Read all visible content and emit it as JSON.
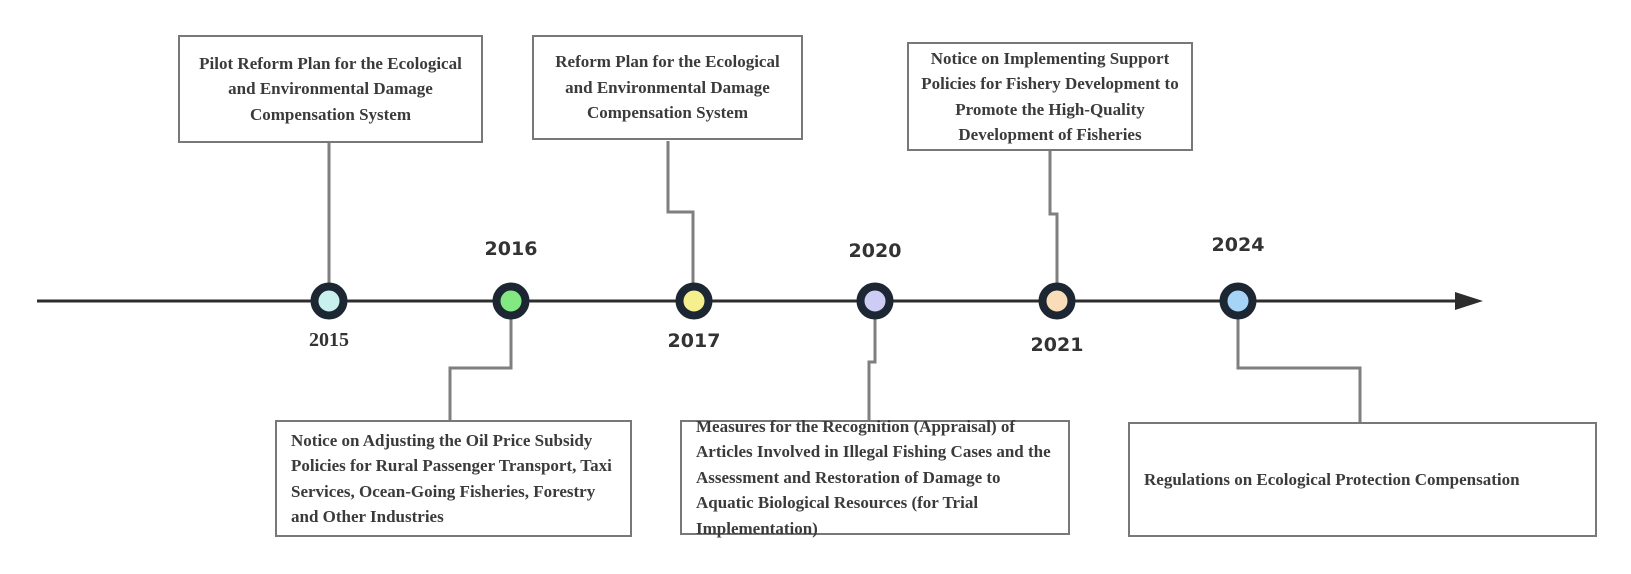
{
  "diagram": {
    "type": "timeline",
    "orientation": "horizontal",
    "axis_color": "#2d2d2d",
    "connector_color": "#7f7f7f",
    "dot_ring_color": "#1d2733",
    "box_border_color": "#787878",
    "text_color": "#3b3b3b",
    "events": [
      {
        "year": "2015",
        "box_position": "above",
        "dot_color": "#c8f1ee",
        "title": "Pilot Reform Plan for the Ecological and Environmental Damage Compensation System"
      },
      {
        "year": "2016",
        "box_position": "below",
        "dot_color": "#82e882",
        "title": "Notice on Adjusting the Oil Price Subsidy Policies for Rural Passenger Transport, Taxi Services, Ocean-Going Fisheries, Forestry and Other Industries"
      },
      {
        "year": "2017",
        "box_position": "above",
        "dot_color": "#f5ef8e",
        "title": "Reform Plan for the Ecological and Environmental Damage Compensation System"
      },
      {
        "year": "2020",
        "box_position": "below",
        "dot_color": "#ccccf5",
        "title": "Measures for the Recognition (Appraisal) of Articles Involved in Illegal Fishing Cases and the Assessment and Restoration of Damage to Aquatic Biological Resources (for Trial Implementation)"
      },
      {
        "year": "2021",
        "box_position": "above",
        "dot_color": "#f9dcb8",
        "title": "Notice on Implementing Support Policies for Fishery Development to Promote the High-Quality Development of Fisheries"
      },
      {
        "year": "2024",
        "box_position": "below",
        "dot_color": "#a6d4f6",
        "title": "Regulations on Ecological Protection Compensation"
      }
    ]
  }
}
